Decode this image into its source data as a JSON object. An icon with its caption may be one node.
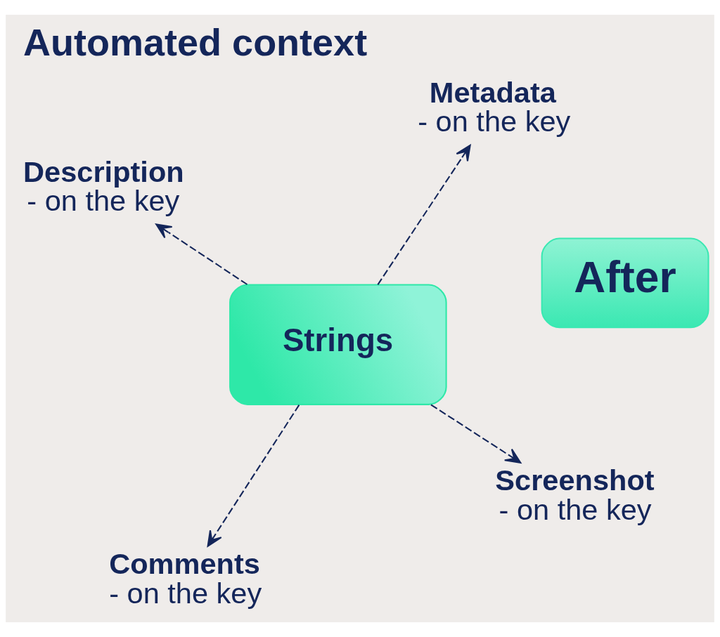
{
  "diagram": {
    "title": "Automated context",
    "nodes": [
      {
        "text": [
          "After"
        ]
      },
      {
        "text": [
          "Strings"
        ]
      },
      {
        "text": [
          "Screenshot",
          "- on the key"
        ]
      },
      {
        "text": [
          "Comments",
          "- on the key"
        ]
      },
      {
        "text": [
          "Description",
          "- on the key"
        ]
      },
      {
        "text": [
          "Metadata",
          "- on the key"
        ]
      }
    ],
    "edges": [
      {
        "from": 1,
        "to": 2,
        "arrow": "to",
        "style": "dashed"
      },
      {
        "from": 1,
        "to": 3,
        "arrow": "to",
        "style": "dashed"
      },
      {
        "from": 1,
        "to": 4,
        "arrow": "to",
        "style": "dashed"
      },
      {
        "from": 1,
        "to": 5,
        "arrow": "to",
        "style": "dashed"
      }
    ]
  }
}
